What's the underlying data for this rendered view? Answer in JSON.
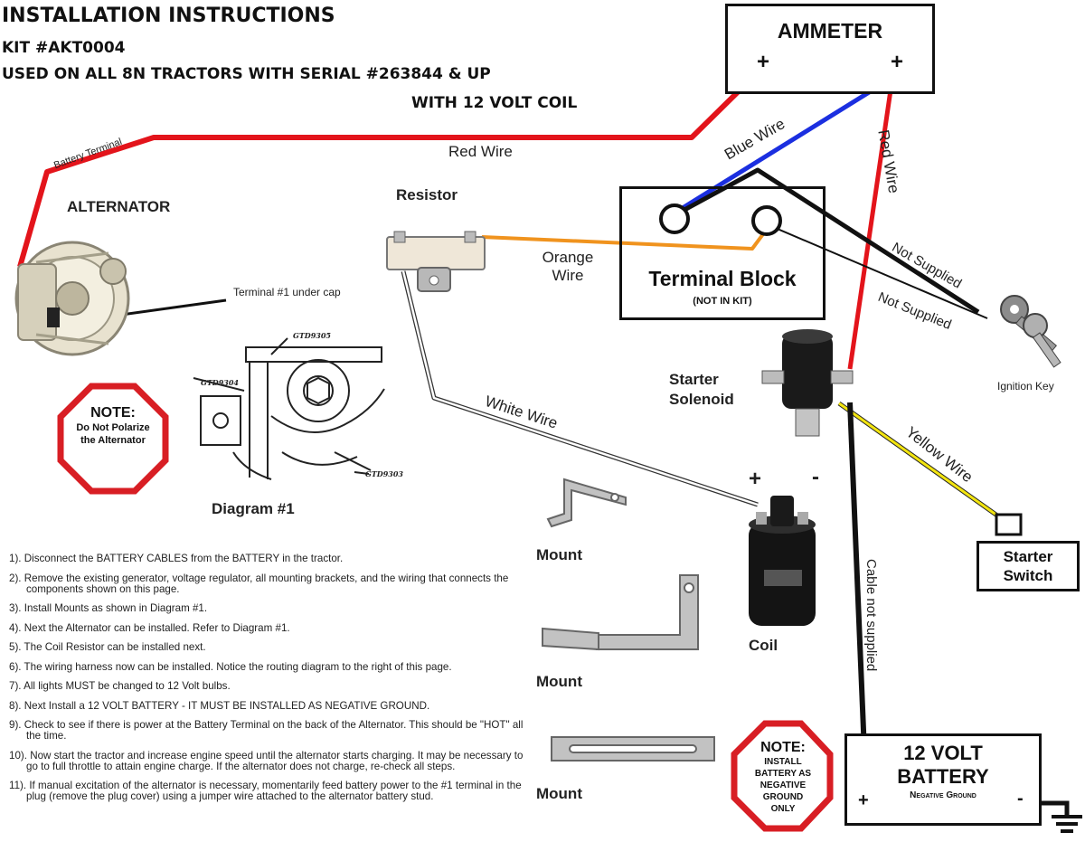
{
  "header": {
    "title": "INSTALLATION INSTRUCTIONS",
    "kit": "KIT #AKT0004",
    "usage": "USED ON ALL 8N TRACTORS WITH SERIAL #263844 & UP",
    "coil": "WITH 12 VOLT COIL"
  },
  "ammeter": {
    "title": "AMMETER",
    "plus_left": "+",
    "plus_right": "+"
  },
  "wires": {
    "battery_terminal": "Battery Terminal",
    "red_wire": "Red Wire",
    "blue_wire": "Blue Wire",
    "red_wire_vertical": "Red Wire",
    "orange_wire_line1": "Orange",
    "orange_wire_line2": "Wire",
    "not_supplied_1": "Not Supplied",
    "not_supplied_2": "Not Supplied",
    "white_wire": "White Wire",
    "yellow_wire": "Yellow Wire",
    "cable_not_supplied": "Cable not supplied",
    "terminal_1": "Terminal #1 under cap"
  },
  "components": {
    "alternator": "ALTERNATOR",
    "resistor": "Resistor",
    "terminal_block": "Terminal Block",
    "terminal_block_note": "(NOT IN KIT)",
    "ignition_key": "Ignition Key",
    "starter_solenoid_line1": "Starter",
    "starter_solenoid_line2": "Solenoid",
    "coil": "Coil",
    "coil_plus": "+",
    "coil_minus": "-",
    "starter_switch_line1": "Starter",
    "starter_switch_line2": "Switch",
    "mount_1": "Mount",
    "mount_2": "Mount",
    "mount_3": "Mount",
    "diagram_1": "Diagram #1",
    "part_a": "GTD9305",
    "part_b": "GTD9304",
    "part_c": "GTD9303"
  },
  "battery": {
    "title_line1": "12 VOLT",
    "title_line2": "BATTERY",
    "subtitle": "Negative Ground",
    "plus": "+",
    "minus": "-"
  },
  "note_alternator": {
    "title": "NOTE:",
    "line1": "Do Not Polarize",
    "line2": "the Alternator"
  },
  "note_battery": {
    "title": "NOTE:",
    "line1": "INSTALL",
    "line2": "BATTERY AS",
    "line3": "NEGATIVE",
    "line4": "GROUND",
    "line5": "ONLY"
  },
  "steps": [
    "1). Disconnect the BATTERY CABLES from the BATTERY in the tractor.",
    "2). Remove the existing generator, voltage regulator, all mounting brackets, and the wiring that connects the components shown on this page.",
    "3). Install Mounts as shown in Diagram #1.",
    "4). Next the Alternator can be installed. Refer to Diagram #1.",
    "5). The Coil Resistor can be installed next.",
    "6). The wiring harness now can be installed. Notice the routing diagram to the right of this page.",
    "7). All lights MUST be changed to 12 Volt bulbs.",
    "8). Next Install a 12 VOLT BATTERY - IT MUST BE INSTALLED AS NEGATIVE GROUND.",
    "9). Check to see if there is power at the Battery Terminal on the back of the Alternator. This should be \"HOT\" all the time.",
    "10). Now start the tractor and increase engine speed until the alternator starts charging. It may be necessary to go to full throttle to attain engine charge. If the alternator does not charge, re-check all steps.",
    "11). If manual excitation of the alternator is necessary, momentarily feed battery power to the #1 terminal in the plug (remove the plug cover) using a jumper wire attached to the alternator battery stud."
  ],
  "colors": {
    "red_wire": "#e3141b",
    "blue_wire": "#1b2fe0",
    "orange_wire": "#f0931e",
    "yellow_wire": "#f2e40f",
    "black_wire": "#111111",
    "note_octagon": "#d81e24"
  }
}
